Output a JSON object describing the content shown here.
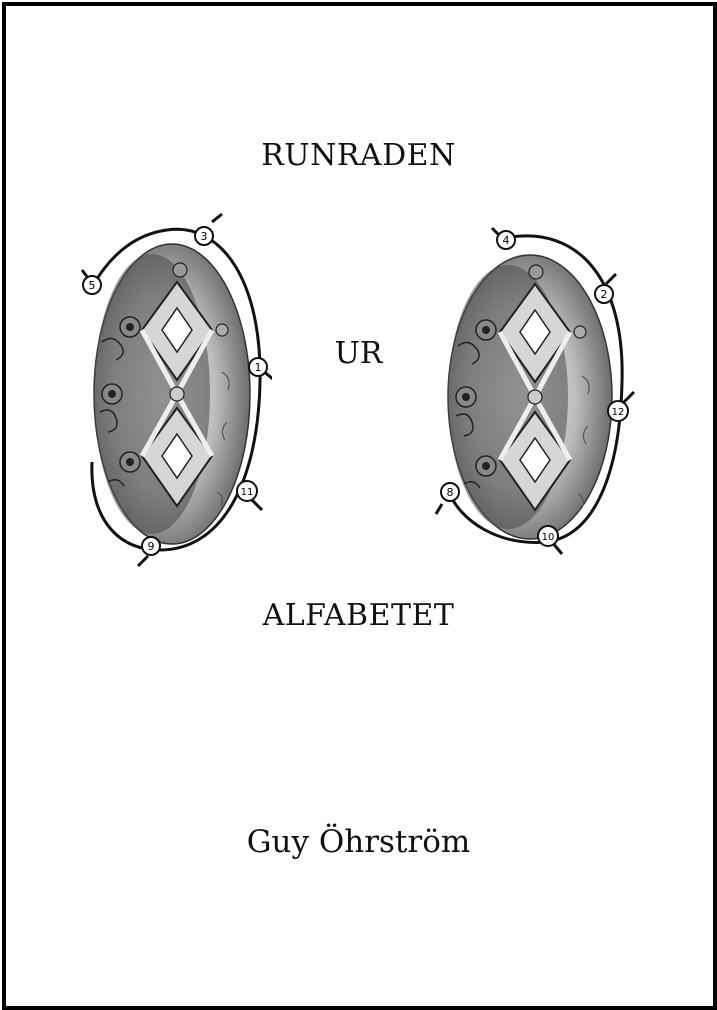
{
  "cover": {
    "title_top": "RUNRADEN",
    "title_mid": "UR",
    "title_bottom": "ALFABETET",
    "author": "Guy Öhrström"
  },
  "left_brooch": {
    "markers": [
      "3",
      "5",
      "1",
      "11",
      "9"
    ]
  },
  "right_brooch": {
    "markers": [
      "4",
      "2",
      "12",
      "8",
      "10"
    ]
  },
  "colors": {
    "ink": "#111111",
    "frame": "#000000",
    "paper": "#ffffff"
  }
}
